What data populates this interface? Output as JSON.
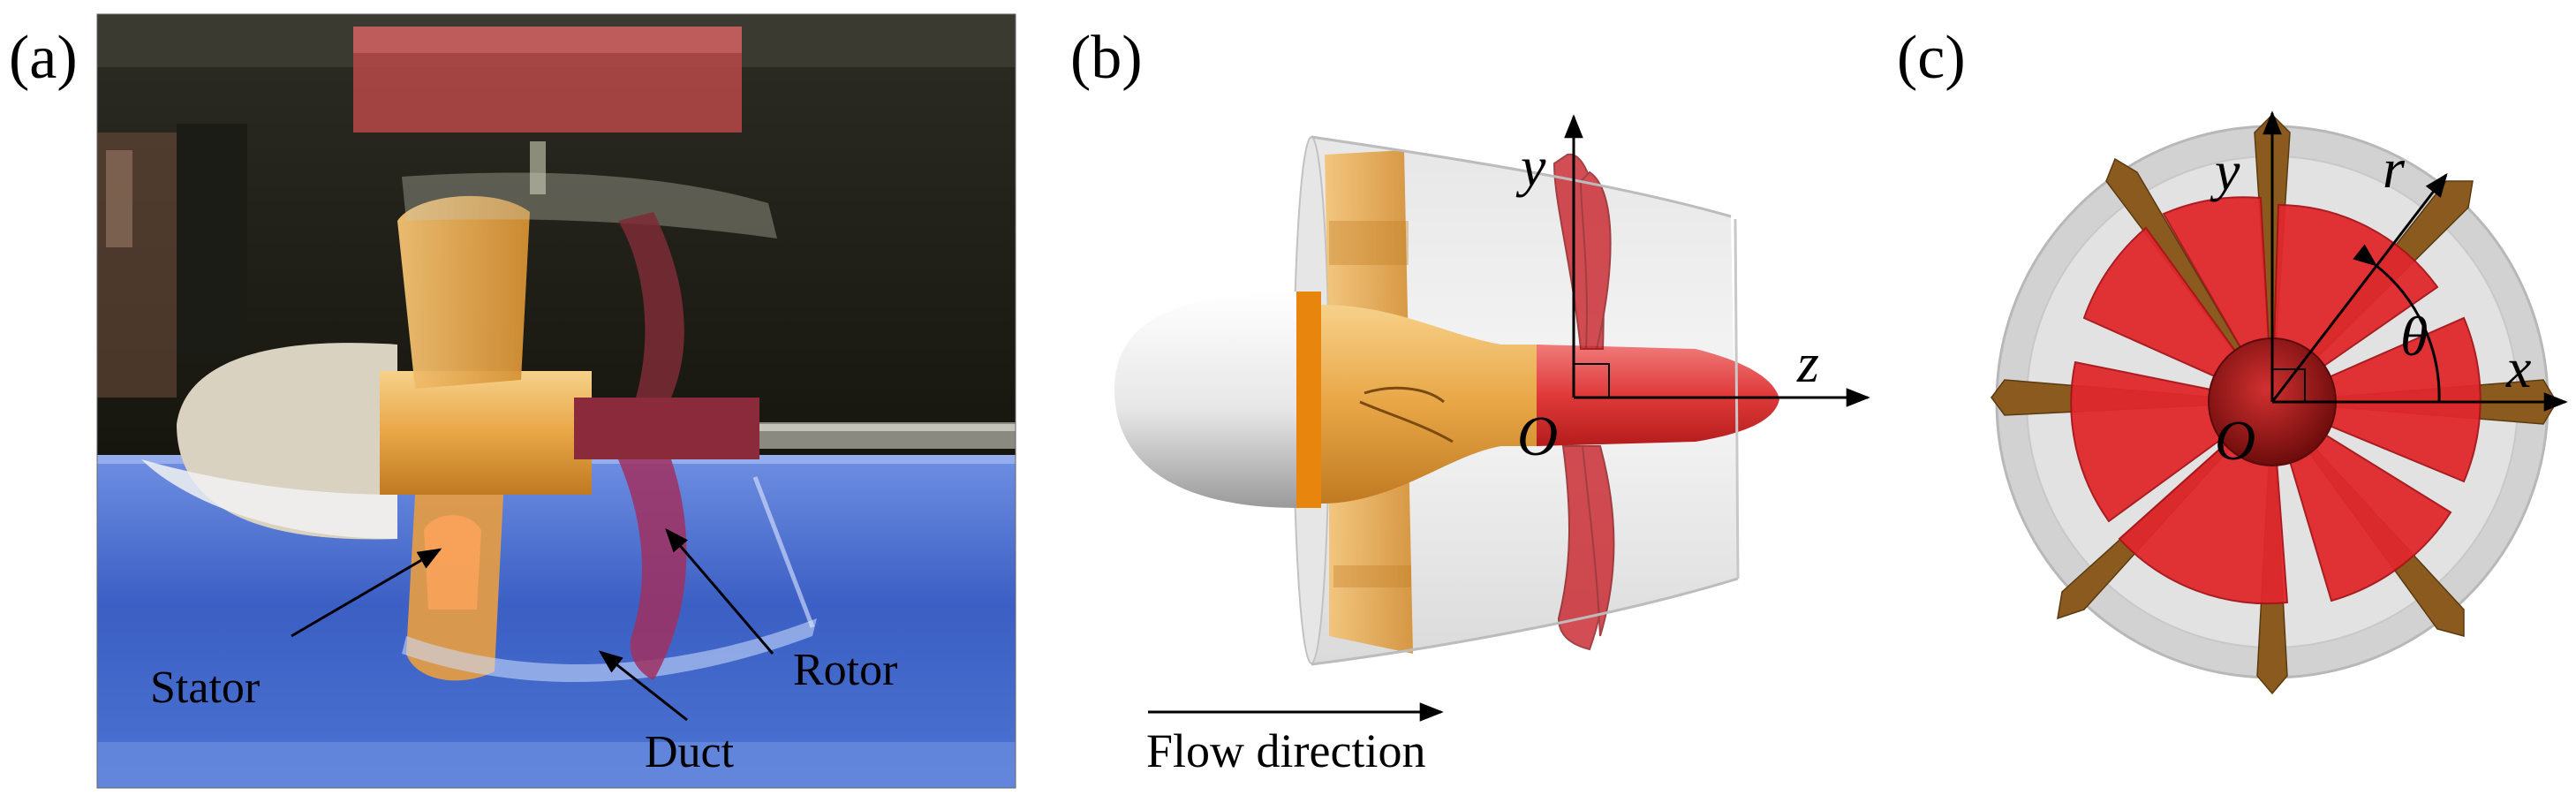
{
  "panels": [
    {
      "id": "a",
      "label": "(a)"
    },
    {
      "id": "b",
      "label": "(b)"
    },
    {
      "id": "c",
      "label": "(c)"
    }
  ],
  "photo_labels": {
    "stator": "Stator",
    "rotor": "Rotor",
    "duct": "Duct"
  },
  "schematic": {
    "axis_y": "y",
    "axis_z": "z",
    "origin": "O",
    "flow": "Flow direction"
  },
  "front_view": {
    "axis_y": "y",
    "axis_x": "x",
    "axis_r": "r",
    "angle": "θ",
    "origin": "O"
  },
  "colors": {
    "rotor_red": "#d8181c",
    "stator_gold": "#e8a646",
    "duct_grey": "#d8d8d8",
    "water_blue": "#3f63c8"
  }
}
